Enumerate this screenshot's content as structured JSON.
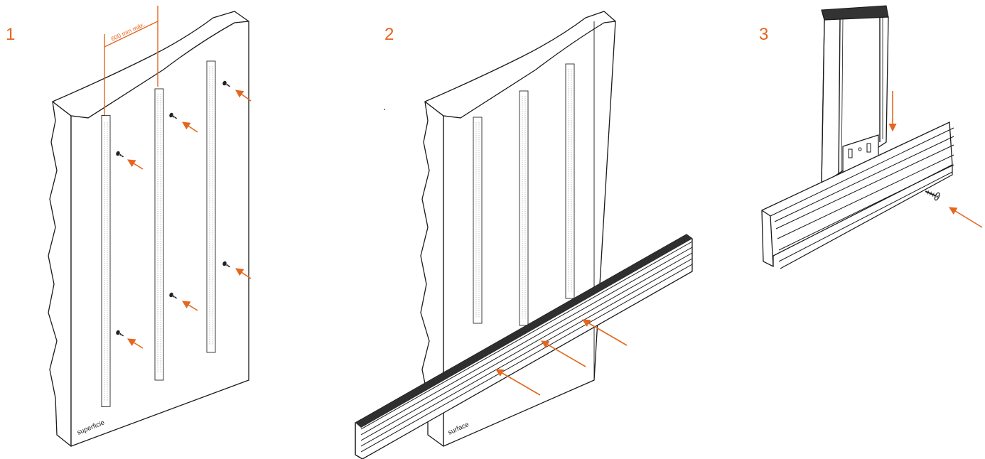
{
  "steps": [
    {
      "number": "1",
      "dimension_label": "600 mm máx.",
      "surface_label": "superficie"
    },
    {
      "number": "2",
      "surface_label": "surface"
    },
    {
      "number": "3"
    }
  ],
  "colors": {
    "accent": "#e4661f",
    "line": "#1a1a1a",
    "dark_fill": "#333333"
  },
  "icons": [
    "screw-icon",
    "arrow-icon"
  ]
}
